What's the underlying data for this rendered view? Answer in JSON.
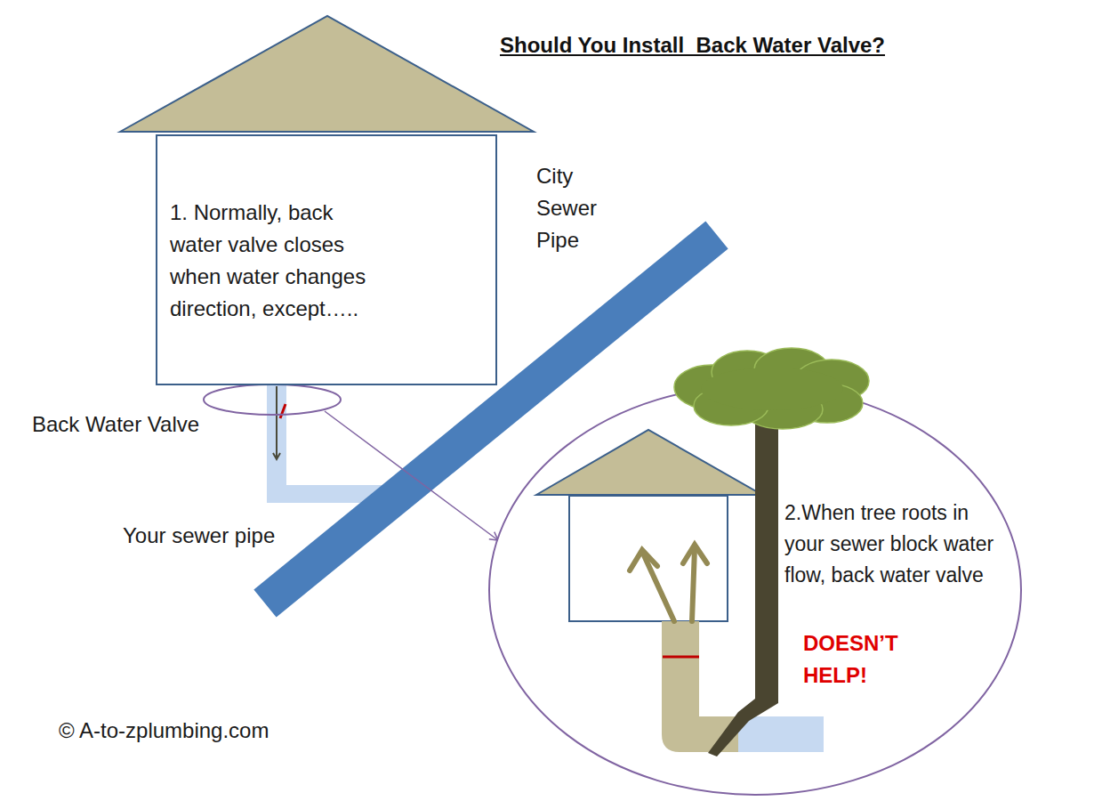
{
  "diagram": {
    "title": "Should You Install  Back Water Valve?",
    "nodes": [
      {
        "text": [
          "1. Normally, back water valve closes when water changes direction, except….."
        ]
      },
      {
        "text": [
          "2.When tree roots in your sewer block water flow, back water valve",
          "DOESN’T HELP!"
        ]
      }
    ],
    "labels": [
      "City Sewer Pipe",
      "Back Water Valve",
      "Your sewer pipe",
      "© A-to-zplumbing.com"
    ]
  }
}
